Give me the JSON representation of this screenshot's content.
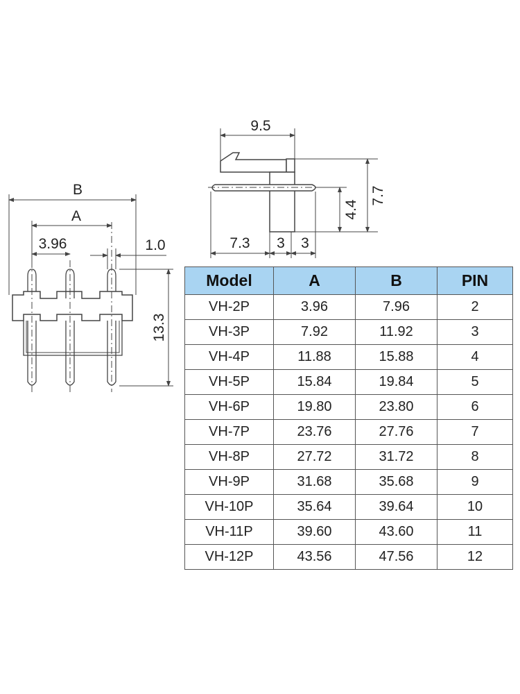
{
  "dimensions": {
    "front_view": {
      "B": "B",
      "A": "A",
      "pitch": "3.96",
      "pin_width": "1.0",
      "height": "13.3"
    },
    "side_view": {
      "top_width": "9.5",
      "total_height": "7.7",
      "upper_height": "4.4",
      "left_len": "7.3",
      "mid_a": "3",
      "mid_b": "3"
    }
  },
  "table": {
    "headers": [
      "Model",
      "A",
      "B",
      "PIN"
    ],
    "rows": [
      [
        "VH-2P",
        "3.96",
        "7.96",
        "2"
      ],
      [
        "VH-3P",
        "7.92",
        "11.92",
        "3"
      ],
      [
        "VH-4P",
        "11.88",
        "15.88",
        "4"
      ],
      [
        "VH-5P",
        "15.84",
        "19.84",
        "5"
      ],
      [
        "VH-6P",
        "19.80",
        "23.80",
        "6"
      ],
      [
        "VH-7P",
        "23.76",
        "27.76",
        "7"
      ],
      [
        "VH-8P",
        "27.72",
        "31.72",
        "8"
      ],
      [
        "VH-9P",
        "31.68",
        "35.68",
        "9"
      ],
      [
        "VH-10P",
        "35.64",
        "39.64",
        "10"
      ],
      [
        "VH-11P",
        "39.60",
        "43.60",
        "11"
      ],
      [
        "VH-12P",
        "43.56",
        "47.56",
        "12"
      ]
    ]
  },
  "colors": {
    "header_bg": "#a9d4f2",
    "line": "#444444"
  }
}
